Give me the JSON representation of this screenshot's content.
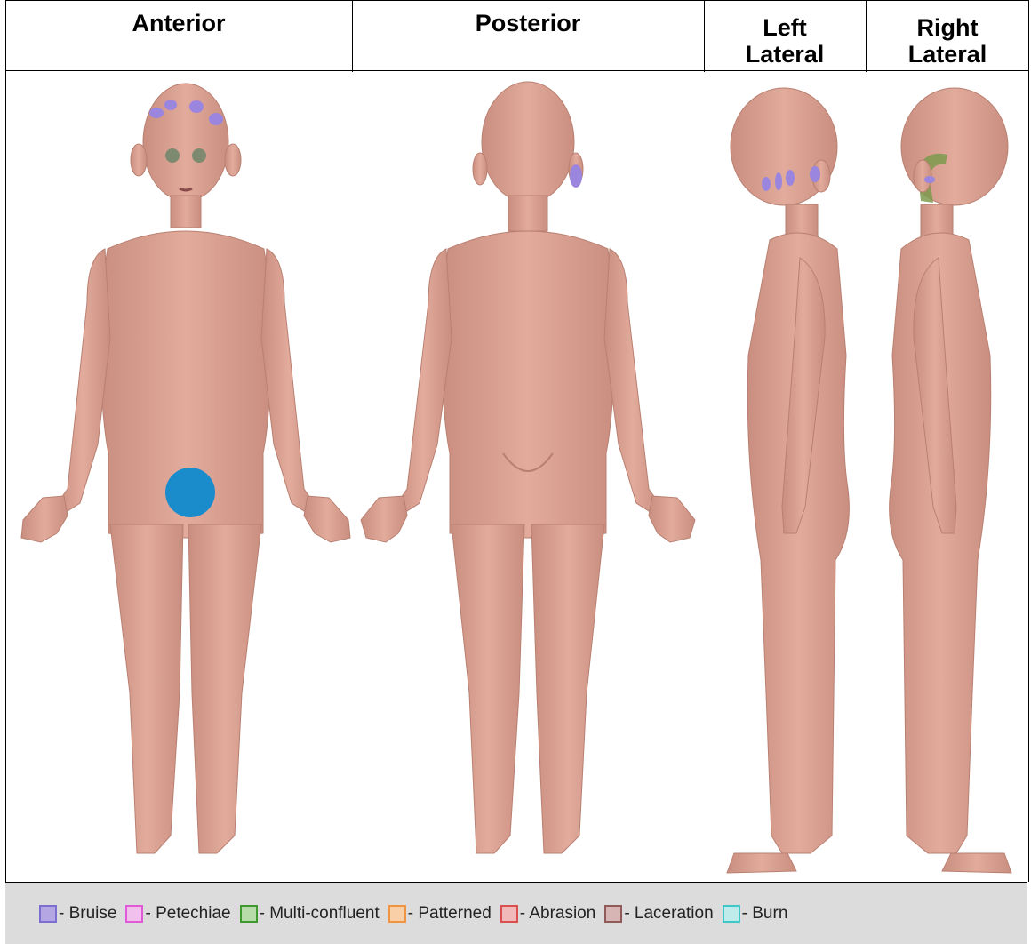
{
  "headers": {
    "anterior": "Anterior",
    "posterior": "Posterior",
    "left_lateral_1": "Left",
    "left_lateral_2": "Lateral",
    "right_lateral_1": "Right",
    "right_lateral_2": "Lateral"
  },
  "legend": [
    {
      "label": "- Bruise",
      "fill": "#b3a6e3",
      "border": "#7d6fd0"
    },
    {
      "label": "- Petechiae",
      "fill": "#f2c0ec",
      "border": "#e05ad6"
    },
    {
      "label": "- Multi-confluent",
      "fill": "#b8dca9",
      "border": "#3f9a2d"
    },
    {
      "label": "- Patterned",
      "fill": "#f8cfa7",
      "border": "#ef9440"
    },
    {
      "label": "- Abrasion",
      "fill": "#f1b9b9",
      "border": "#d85050"
    },
    {
      "label": "- Laceration",
      "fill": "#d8b5b5",
      "border": "#8e5a5a"
    },
    {
      "label": "- Burn",
      "fill": "#bfeceb",
      "border": "#3dc7c7"
    }
  ],
  "colors": {
    "skin": "#dba394",
    "skin_shade": "#c88c7e",
    "bruise": "#9b86df",
    "multi_confluent": "#7d9a4c",
    "marker_blue": "#1a8ccc"
  }
}
